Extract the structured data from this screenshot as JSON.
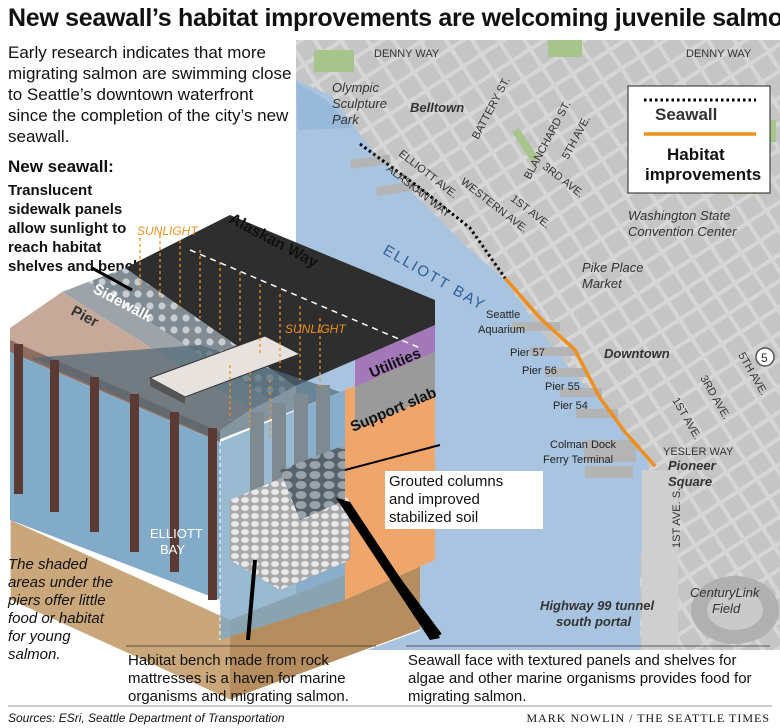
{
  "headline": "New seawall’s habitat improvements are welcoming juvenile salmon",
  "intro": "Early research indicates that more migrating salmon are swimming close to Seattle’s downtown waterfront since the completion of the city’s new seawall.",
  "subhead": "New seawall:",
  "subtext": "Translucent sidewalk panels allow sunlight to reach habitat shelves and bench.",
  "diagram": {
    "alaskan_way": "Alaskan Way",
    "sidewalk": "Sidewalk",
    "pier": "Pier",
    "sunlight_1": "SUNLIGHT",
    "sunlight_2": "SUNLIGHT",
    "utilities": "Utilities",
    "support_slab": "Support slab",
    "elliott_bay_1": "ELLIOTT",
    "elliott_bay_2": "BAY"
  },
  "captions": {
    "grouted_1": "Grouted columns",
    "grouted_2": "and improved",
    "grouted_3": "stabilized soil",
    "shaded": "The shaded areas under the piers offer little food or habitat for young salmon.",
    "bench": "Habitat bench made from rock mattresses is a haven for marine organisms and migrating salmon.",
    "face": "Seawall face with textured panels and shelves for algae and other marine organisms provides food for migrating salmon."
  },
  "legend": {
    "seawall": "Seawall",
    "habitat_1": "Habitat",
    "habitat_2": "improvements"
  },
  "map": {
    "denny_way_1": "DENNY WAY",
    "denny_way_2": "DENNY WAY",
    "olympic_1": "Olympic",
    "olympic_2": "Sculpture",
    "olympic_3": "Park",
    "belltown": "Belltown",
    "battery": "BATTERY ST.",
    "blanchard": "BLANCHARD ST.",
    "fifth_ave": "5TH AVE.",
    "elliott_ave": "ELLIOTT AVE.",
    "alaskan_way_st": "ALASKAN WAY",
    "western_ave": "WESTERN AVE.",
    "third_ave": "3RD AVE.",
    "first_ave": "1ST AVE.",
    "wscc_1": "Washington State",
    "wscc_2": "Convention Center",
    "elliott_bay": "ELLIOTT BAY",
    "pike_1": "Pike Place",
    "pike_2": "Market",
    "aquarium_1": "Seattle",
    "aquarium_2": "Aquarium",
    "pier57": "Pier 57",
    "pier56": "Pier 56",
    "pier55": "Pier 55",
    "pier54": "Pier 54",
    "downtown": "Downtown",
    "fifth_ave_2": "5TH AVE.",
    "third_ave_2": "3RD AVE.",
    "first_ave_2": "1ST AVE.",
    "colman_1": "Colman Dock",
    "colman_2": "Ferry Terminal",
    "yesler": "YESLER WAY",
    "pioneer_1": "Pioneer",
    "pioneer_2": "Square",
    "first_ave_s": "1ST AVE. S.",
    "centurylink_1": "CenturyLink",
    "centurylink_2": "Field",
    "hwy_1": "Highway 99 tunnel",
    "hwy_2": "south portal",
    "interstate": "5"
  },
  "source": "Sources: ESri, Seattle Department of Transportation",
  "credit": "MARK NOWLIN / THE SEATTLE TIMES"
}
